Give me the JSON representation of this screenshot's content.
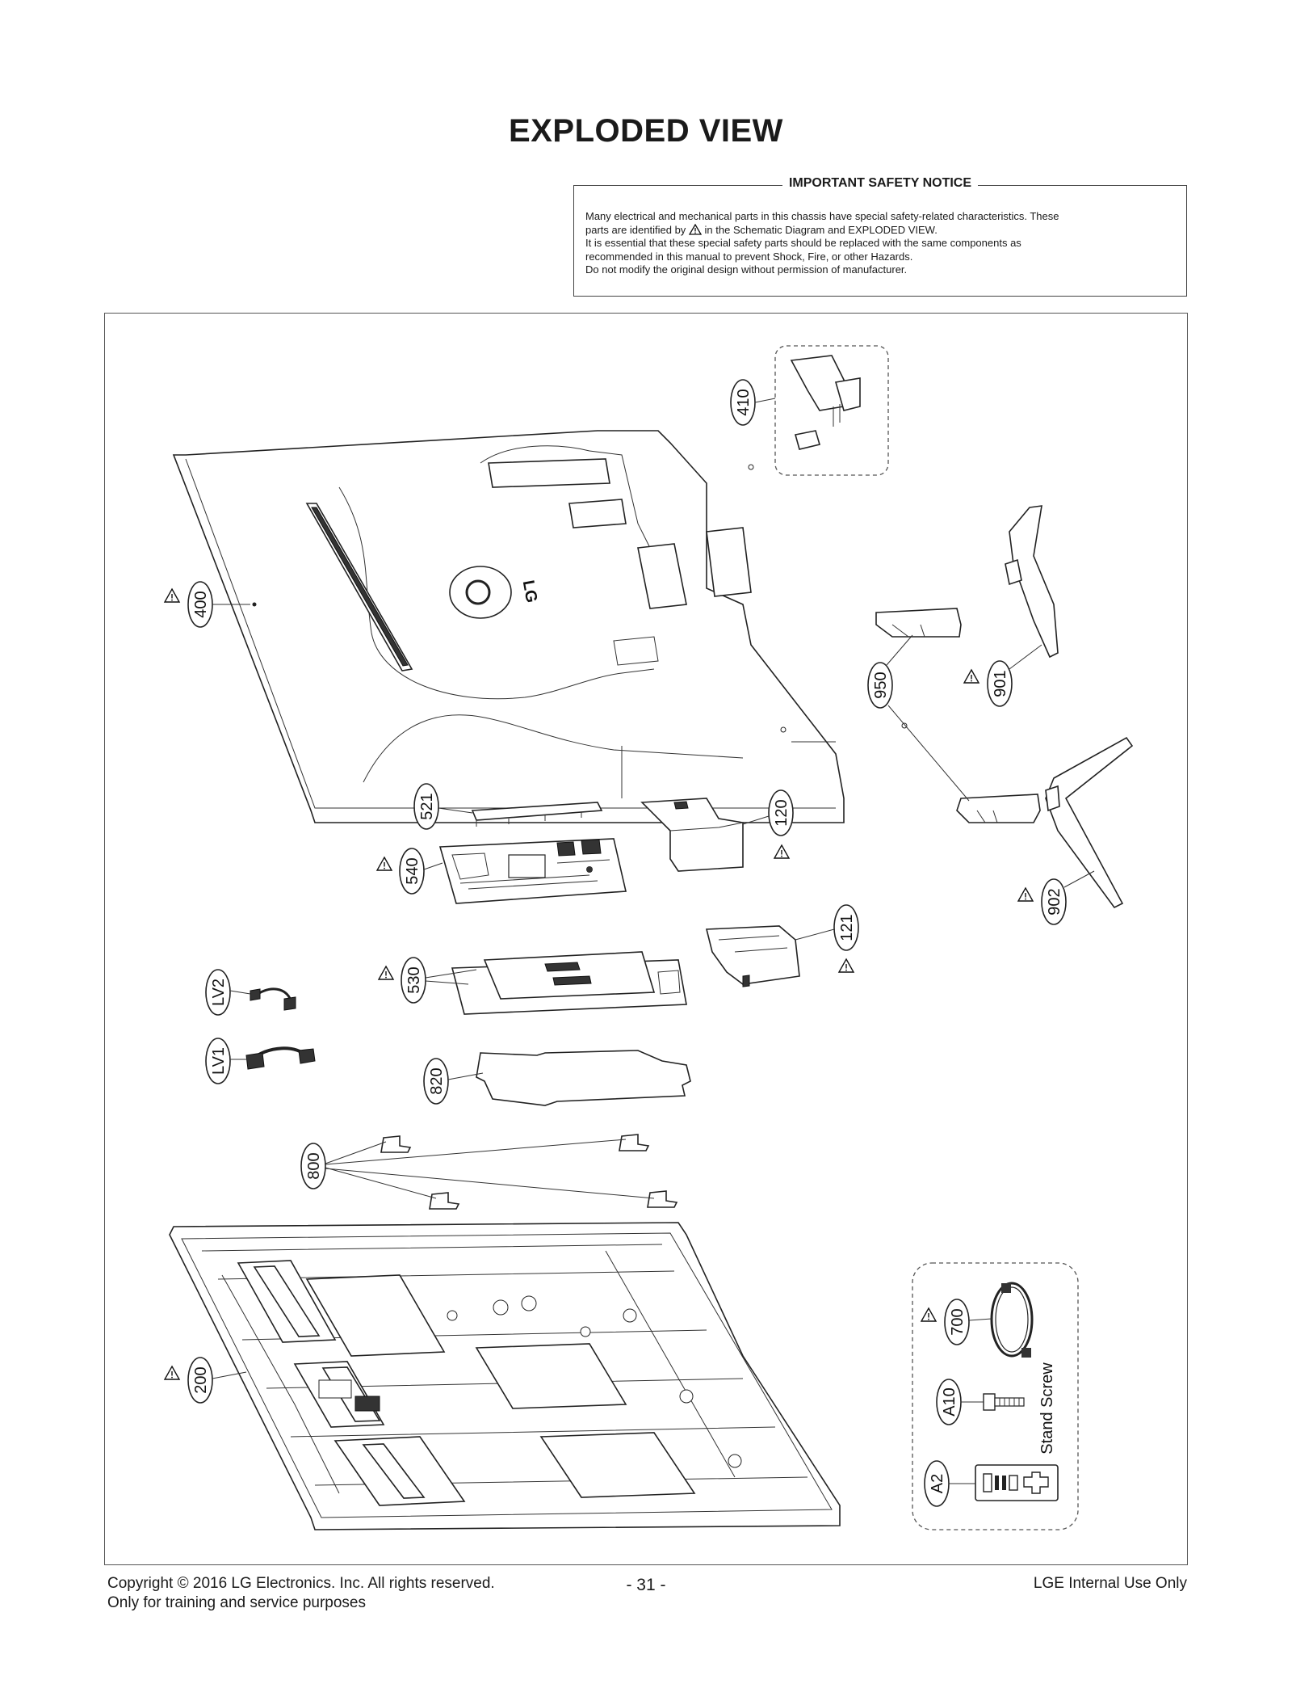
{
  "title": "EXPLODED VIEW",
  "notice": {
    "heading": "IMPORTANT SAFETY NOTICE",
    "line1": "Many electrical and mechanical parts in this chassis have special safety-related characteristics. These",
    "line2a": "parts are identified by",
    "line2b": "in the Schematic Diagram and EXPLODED VIEW.",
    "line3": "It is essential that these special safety parts should be replaced with the same components as",
    "line4": "recommended in this manual to prevent Shock, Fire, or other Hazards.",
    "line5": "Do not modify the original design without permission of manufacturer."
  },
  "parts": {
    "p410": "410",
    "p400": "400",
    "p950": "950",
    "p901": "901",
    "p521": "521",
    "p120": "120",
    "p540": "540",
    "p902": "902",
    "p121": "121",
    "p530": "530",
    "lv2": "LV2",
    "lv1": "LV1",
    "p820": "820",
    "p800": "800",
    "p200": "200",
    "p700": "700",
    "a10": "A10",
    "a2": "A2"
  },
  "accessory_labels": {
    "stand_screw": "Stand Screw"
  },
  "logo_text": "LG",
  "footer": {
    "copyright": "Copyright  © 2016 LG Electronics. Inc. All rights reserved.",
    "purpose": "Only for training and service purposes",
    "page": "- 31 -",
    "internal": "LGE Internal Use Only"
  }
}
